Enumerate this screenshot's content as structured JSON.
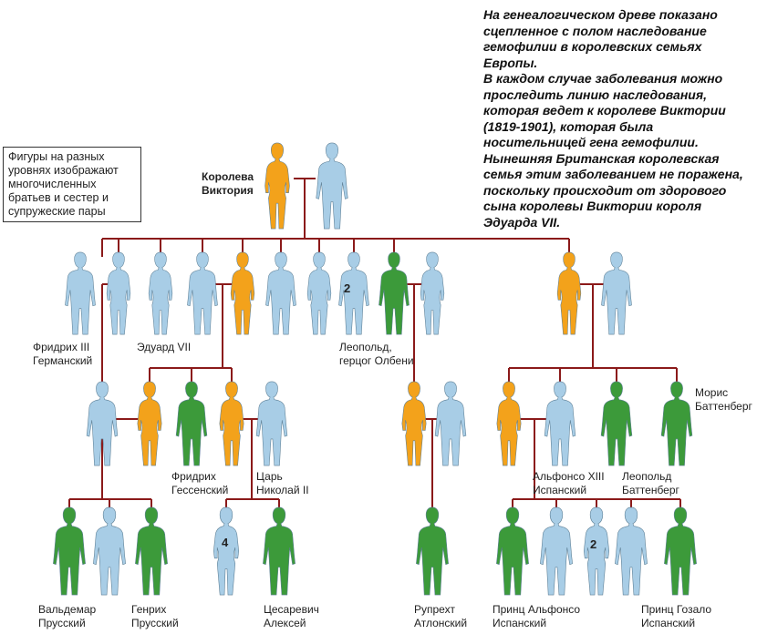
{
  "caption": {
    "paragraphs": [
      "На генеалогическом древе показано сцепленное с полом наследование гемофилии в королевских семьях Европы.",
      "В каждом случае заболевания можно проследить линию наследования, которая ведет к королеве Виктории (1819-1901), которая была носительницей гена гемофилии. Нынешняя Британская королевская семья этим заболеванием не поражена, поскольку происходит от здорового сына королевы Виктории короля Эдуарда VII."
    ]
  },
  "legend_note": "Фигуры на разных уровнях изображают многочисленных братьев и сестер и супружеские пары",
  "status_colors": {
    "healthy": "#a8cde6",
    "carrier": "#f3a21b",
    "affected": "#3c9a3a",
    "line": "#8b1a1a"
  },
  "people_labels": {
    "victoria": "Королева\nВиктория",
    "friedrich3": "Фридрих III\nГерманский",
    "edward7": "Эдуард VII",
    "leopold_albany": "Леопольд,\nгерцог Олбени",
    "maurice": "Морис\nБаттенберг",
    "friedrich_hesse": "Фридрих\nГессенский",
    "nicholas2": "Царь\nНиколай II",
    "alfonso13": "Альфонсо XIII\nИспанский",
    "leopold_battenberg": "Леопольд\nБаттенберг",
    "waldemar": "Вальдемар\nПрусский",
    "henry": "Генрих\nПрусский",
    "alexei": "Цесаревич\nАлексей",
    "rupert": "Рупрехт\nАтлонский",
    "alfonso_prince": "Принц Альфонсо\nИспанский",
    "gonzalo": "Принц Гозало\nИспанский"
  },
  "sibling_counts": {
    "gen1": "2",
    "gen3_russia": "4",
    "gen3_spain": "2"
  }
}
